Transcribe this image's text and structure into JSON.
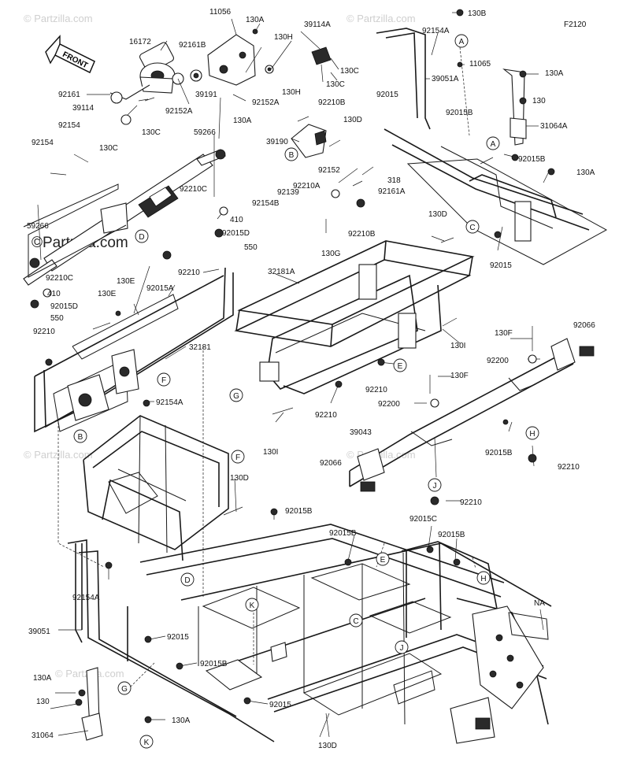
{
  "diagram": {
    "code": "F2120",
    "front_label": "FRONT",
    "watermark": "© Partzilla.com",
    "prominent_watermark": "©Partzilla.com",
    "part_labels": [
      {
        "id": "l-11056",
        "text": "11056"
      },
      {
        "id": "l-130a-1",
        "text": "130A"
      },
      {
        "id": "l-39114a",
        "text": "39114A"
      },
      {
        "id": "l-130b",
        "text": "130B"
      },
      {
        "id": "l-16172",
        "text": "16172"
      },
      {
        "id": "l-92161b",
        "text": "92161B"
      },
      {
        "id": "l-130h-1",
        "text": "130H"
      },
      {
        "id": "l-130c-1",
        "text": "130C"
      },
      {
        "id": "l-130c-2",
        "text": "130C"
      },
      {
        "id": "l-92154a-1",
        "text": "92154A"
      },
      {
        "id": "l-11065",
        "text": "11065"
      },
      {
        "id": "l-39051a",
        "text": "39051A"
      },
      {
        "id": "l-130a-2",
        "text": "130A"
      },
      {
        "id": "l-130",
        "text": "130"
      },
      {
        "id": "l-31064a",
        "text": "31064A"
      },
      {
        "id": "l-92161",
        "text": "92161"
      },
      {
        "id": "l-39114",
        "text": "39114"
      },
      {
        "id": "l-92152a-1",
        "text": "92152A"
      },
      {
        "id": "l-92152a-2",
        "text": "92152A"
      },
      {
        "id": "l-39191",
        "text": "39191"
      },
      {
        "id": "l-130a-3",
        "text": "130A"
      },
      {
        "id": "l-130h-2",
        "text": "130H"
      },
      {
        "id": "l-92210b-1",
        "text": "92210B"
      },
      {
        "id": "l-130d-1",
        "text": "130D"
      },
      {
        "id": "l-92015-1",
        "text": "92015"
      },
      {
        "id": "l-92015b-1",
        "text": "92015B"
      },
      {
        "id": "l-92015b-2",
        "text": "92015B"
      },
      {
        "id": "l-130a-4",
        "text": "130A"
      },
      {
        "id": "l-130c-3",
        "text": "130C"
      },
      {
        "id": "l-130c-4",
        "text": "130C"
      },
      {
        "id": "l-92154-1",
        "text": "92154"
      },
      {
        "id": "l-92154-2",
        "text": "92154"
      },
      {
        "id": "l-59266-1",
        "text": "59266"
      },
      {
        "id": "l-39190",
        "text": "39190"
      },
      {
        "id": "l-92152",
        "text": "92152"
      },
      {
        "id": "l-92210c-1",
        "text": "92210C"
      },
      {
        "id": "l-92154b",
        "text": "92154B"
      },
      {
        "id": "l-92139",
        "text": "92139"
      },
      {
        "id": "l-92210a-1",
        "text": "92210A"
      },
      {
        "id": "l-318",
        "text": "318"
      },
      {
        "id": "l-92161a",
        "text": "92161A"
      },
      {
        "id": "l-410-1",
        "text": "410"
      },
      {
        "id": "l-92015d-1",
        "text": "92015D"
      },
      {
        "id": "l-550-1",
        "text": "550"
      },
      {
        "id": "l-92210b-2",
        "text": "92210B"
      },
      {
        "id": "l-130g",
        "text": "130G"
      },
      {
        "id": "l-130d-2",
        "text": "130D"
      },
      {
        "id": "l-92015-2",
        "text": "92015"
      },
      {
        "id": "l-59266-2",
        "text": "59266"
      },
      {
        "id": "l-92210c-2",
        "text": "92210C"
      },
      {
        "id": "l-410-2",
        "text": "410"
      },
      {
        "id": "l-92015d-2",
        "text": "92015D"
      },
      {
        "id": "l-550-2",
        "text": "550"
      },
      {
        "id": "l-130e-1",
        "text": "130E"
      },
      {
        "id": "l-130e-2",
        "text": "130E"
      },
      {
        "id": "l-92210-1",
        "text": "92210"
      },
      {
        "id": "l-92015a",
        "text": "92015A"
      },
      {
        "id": "l-92210-2",
        "text": "92210"
      },
      {
        "id": "l-32181a",
        "text": "32181A"
      },
      {
        "id": "l-32181",
        "text": "32181"
      },
      {
        "id": "l-1301-1",
        "text": "130I"
      },
      {
        "id": "l-130f-1",
        "text": "130F"
      },
      {
        "id": "l-92066-1",
        "text": "92066"
      },
      {
        "id": "l-92200-1",
        "text": "92200"
      },
      {
        "id": "l-130f-2",
        "text": "130F"
      },
      {
        "id": "l-92210-3",
        "text": "92210"
      },
      {
        "id": "l-92200-2",
        "text": "92200"
      },
      {
        "id": "l-92154a-2",
        "text": "92154A"
      },
      {
        "id": "l-92210-4",
        "text": "92210"
      },
      {
        "id": "l-1301-2",
        "text": "130I"
      },
      {
        "id": "l-39043",
        "text": "39043"
      },
      {
        "id": "l-92066-2",
        "text": "92066"
      },
      {
        "id": "l-92015b-3",
        "text": "92015B"
      },
      {
        "id": "l-92210-5",
        "text": "92210"
      },
      {
        "id": "l-92210-6",
        "text": "92210"
      },
      {
        "id": "l-130d-3",
        "text": "130D"
      },
      {
        "id": "l-92015b-4",
        "text": "92015B"
      },
      {
        "id": "l-92015c",
        "text": "92015C"
      },
      {
        "id": "l-92015b-5",
        "text": "92015B"
      },
      {
        "id": "l-92015b-6",
        "text": "92015B"
      },
      {
        "id": "l-92154a-3",
        "text": "92154A"
      },
      {
        "id": "l-na",
        "text": "NA"
      },
      {
        "id": "l-39051",
        "text": "39051"
      },
      {
        "id": "l-92015-3",
        "text": "92015"
      },
      {
        "id": "l-92015b-7",
        "text": "92015B"
      },
      {
        "id": "l-130a-5",
        "text": "130A"
      },
      {
        "id": "l-130-2",
        "text": "130"
      },
      {
        "id": "l-92015-4",
        "text": "92015"
      },
      {
        "id": "l-31064",
        "text": "31064"
      },
      {
        "id": "l-130a-6",
        "text": "130A"
      },
      {
        "id": "l-130d-4",
        "text": "130D"
      }
    ],
    "callouts": [
      {
        "id": "c-a-1",
        "text": "A"
      },
      {
        "id": "c-a-2",
        "text": "A"
      },
      {
        "id": "c-b-1",
        "text": "B"
      },
      {
        "id": "c-b-2",
        "text": "B"
      },
      {
        "id": "c-c-1",
        "text": "C"
      },
      {
        "id": "c-c-2",
        "text": "C"
      },
      {
        "id": "c-d-1",
        "text": "D"
      },
      {
        "id": "c-d-2",
        "text": "D"
      },
      {
        "id": "c-e-1",
        "text": "E"
      },
      {
        "id": "c-e-2",
        "text": "E"
      },
      {
        "id": "c-f-1",
        "text": "F"
      },
      {
        "id": "c-f-2",
        "text": "F"
      },
      {
        "id": "c-g-1",
        "text": "G"
      },
      {
        "id": "c-g-2",
        "text": "G"
      },
      {
        "id": "c-h-1",
        "text": "H"
      },
      {
        "id": "c-h-2",
        "text": "H"
      },
      {
        "id": "c-j-1",
        "text": "J"
      },
      {
        "id": "c-j-2",
        "text": "J"
      },
      {
        "id": "c-k-1",
        "text": "K"
      },
      {
        "id": "c-k-2",
        "text": "K"
      }
    ]
  }
}
